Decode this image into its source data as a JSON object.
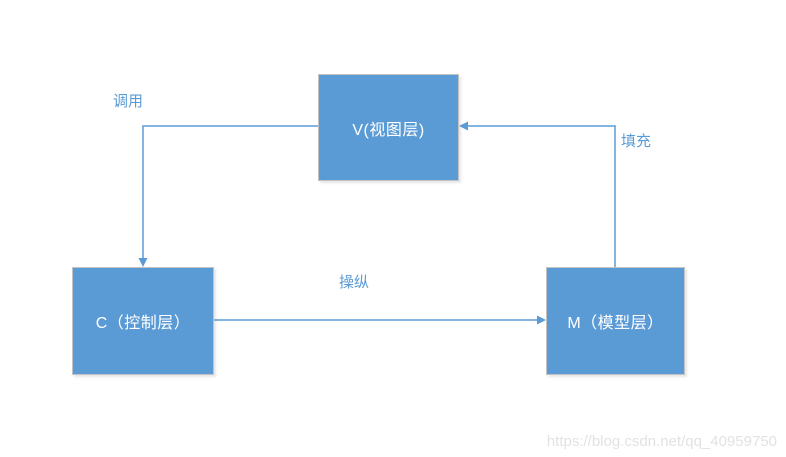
{
  "diagram": {
    "title": "MVC layers diagram",
    "nodes": [
      {
        "id": "view",
        "label": "V(视图层)"
      },
      {
        "id": "controller",
        "label": "C（控制层）"
      },
      {
        "id": "model",
        "label": "M（模型层）"
      }
    ],
    "edges": [
      {
        "id": "call",
        "label": "调用",
        "from": "view",
        "to": "controller"
      },
      {
        "id": "fill",
        "label": "填充",
        "from": "model",
        "to": "view"
      },
      {
        "id": "manipulate",
        "label": "操纵",
        "from": "controller",
        "to": "model"
      }
    ],
    "colors": {
      "node_fill": "#5b9bd5",
      "node_border": "#c3c3c3",
      "node_text": "#ffffff",
      "line": "#5b9bd5",
      "edge_label_text": "#5b9bd5",
      "watermark_text": "#e2e2e2",
      "background": "#ffffff"
    }
  },
  "watermark": {
    "text": "https://blog.csdn.net/qq_40959750"
  }
}
